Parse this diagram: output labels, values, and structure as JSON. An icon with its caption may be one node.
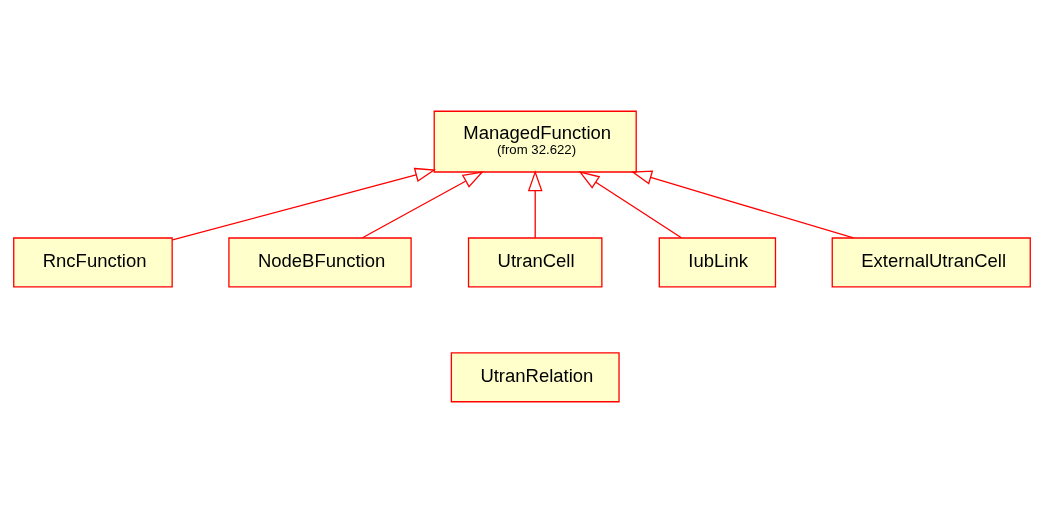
{
  "diagram": {
    "nodes": [
      {
        "text": [
          "ManagedFunction",
          "(from 32.622)"
        ]
      },
      {
        "text": [
          "RncFunction"
        ]
      },
      {
        "text": [
          "NodeBFunction"
        ]
      },
      {
        "text": [
          "UtranCell"
        ]
      },
      {
        "text": [
          "IubLink"
        ]
      },
      {
        "text": [
          "ExternalUtranCell"
        ]
      },
      {
        "text": [
          "UtranRelation"
        ]
      }
    ],
    "edges": [
      {
        "from": 1,
        "to": 0,
        "arrow": "to"
      },
      {
        "from": 3,
        "to": 0,
        "arrow": "to"
      },
      {
        "from": 4,
        "to": 0,
        "arrow": "to"
      },
      {
        "from": 5,
        "to": 0,
        "arrow": "to"
      },
      {
        "from": 2,
        "to": 0,
        "arrow": "to"
      }
    ]
  }
}
